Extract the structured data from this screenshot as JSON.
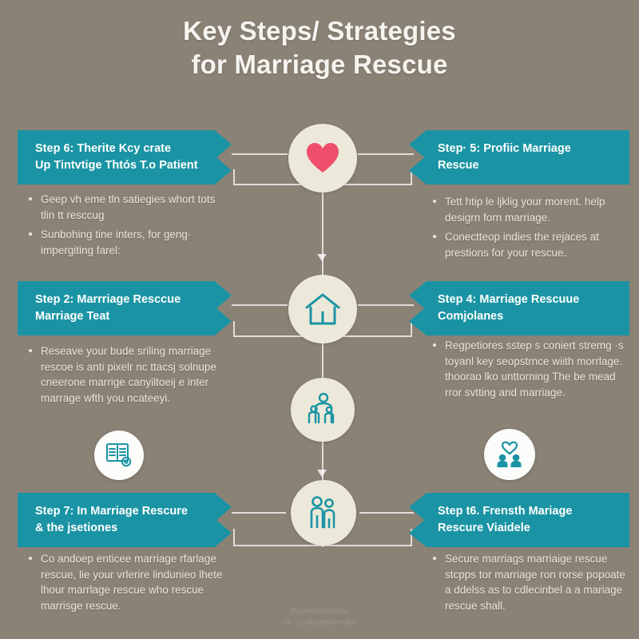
{
  "title": {
    "line1": "Key Steps/ Strategies",
    "line2": "for Marriage Rescue"
  },
  "colors": {
    "background": "#8b8276",
    "ribbon": "#1a94a4",
    "circle_cream": "#ece9da",
    "circle_white": "#fcfcfa",
    "icon_teal": "#1a94a4",
    "heart_pink": "#ef4f6b",
    "text_light": "#e9e6dd",
    "title_white": "#f6f4ef"
  },
  "blocks": [
    {
      "id": "step-6-top-left",
      "side": "left",
      "heading_line1": "Step 6:  Therite  Kcy crate",
      "heading_line2": "Up Tintvtige Thtós T.o Patient",
      "bullets": [
        "Geep vh eme tln satiegies whort tots tlin tt resccug",
        "Sunbohing tine inters, for geng· impergiting farel:"
      ]
    },
    {
      "id": "step-5-top-right",
      "side": "right",
      "heading_line1": "Step· 5:  Profiic Marriage",
      "heading_line2": "Rescue",
      "bullets": [
        "Tett htip le ljklig your morent. help desigrn forn marriage.",
        "Conectteop indies the rejaces at prestions for your rescue."
      ]
    },
    {
      "id": "step-2-mid-left",
      "side": "left",
      "heading_line1": "Step 2:   Marrriage Resccue",
      "heading_line2": "Marriage Teat",
      "bullets": [
        "Reseave your bude sriling marriage rescoe is anti pixelr nc ttacsj solnupe cneerone marrige canyiltoeij e inter marrage wfth you ncateeyi."
      ]
    },
    {
      "id": "step-4-mid-right",
      "side": "right",
      "heading_line1": "Step 4:  Marriage Rescuue",
      "heading_line2": "Comjolanes",
      "bullets": [
        "Regpetiores sstep s coniert stremg ·s toyanl key seopstrnce wiith morrlage. thoorao lko unttorning The be mead rror svtting and marriage."
      ]
    },
    {
      "id": "step-7-bottom-left",
      "side": "left",
      "heading_line1": "Step 7:   In Marriage Rescure",
      "heading_line2": "& the jsetiones",
      "bullets": [
        "Co andoep enticee marriage rfarlage rescue, lie your vrlerire lindunieo lhete lhour marrlage rescue who rescue marrisge rescue."
      ]
    },
    {
      "id": "step-6-bottom-right",
      "side": "right",
      "heading_line1": "Step t6. Frensth Mariage",
      "heading_line2": "Rescure Viaidele",
      "bullets": [
        "Secure marriags marriaige rescue stcpps tor marriage ron rorse popoate a ddelss as to cdlecinbel a a mariage rescue shall."
      ]
    }
  ],
  "icons": {
    "heart": "heart-icon",
    "house": "house-icon",
    "family": "family-group-icon",
    "couple": "couple-icon",
    "book": "book-settings-icon",
    "people_heart": "people-heart-icon"
  },
  "footer": {
    "line1": "Ropnroolkoolnss",
    "line2": "Or Uszikognsultrojks"
  }
}
